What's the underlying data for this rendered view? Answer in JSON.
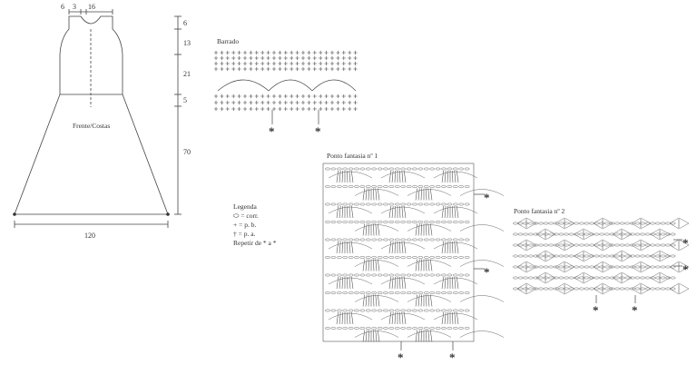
{
  "garment": {
    "label": "Frente/Costas",
    "top_widths": [
      "6",
      "3",
      "16"
    ],
    "heights": [
      "6",
      "13",
      "21",
      "5",
      "70"
    ],
    "bottom_width": "120"
  },
  "barrado": {
    "title": "Barrado",
    "repeat_marks": [
      "*",
      "*"
    ]
  },
  "ponto1": {
    "title": "Ponto fantasia nº 1",
    "repeat_marks": [
      "*",
      "*",
      "*",
      "*"
    ]
  },
  "ponto2": {
    "title": "Ponto fantasia nº 2",
    "repeat_marks": [
      "*",
      "*",
      "*",
      "*"
    ]
  },
  "legend": {
    "title": "Legenda",
    "items": [
      "= corr.",
      "= p. b.",
      "= p. a.",
      "Repetir de * a *"
    ],
    "symbols": [
      "⬭",
      "+",
      "†"
    ]
  }
}
